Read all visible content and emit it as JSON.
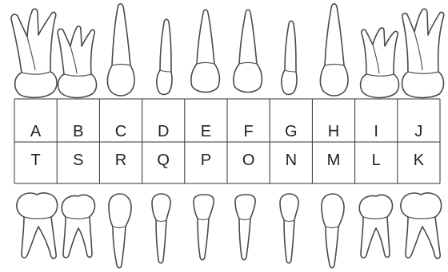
{
  "chart": {
    "upper_labels": [
      "A",
      "B",
      "C",
      "D",
      "E",
      "F",
      "G",
      "H",
      "I",
      "J"
    ],
    "lower_labels": [
      "T",
      "S",
      "R",
      "Q",
      "P",
      "O",
      "N",
      "M",
      "L",
      "K"
    ]
  },
  "teeth": {
    "upper": [
      "upper-right-second-molar",
      "upper-right-first-molar",
      "upper-right-canine",
      "upper-right-lateral-incisor",
      "upper-right-central-incisor",
      "upper-left-central-incisor",
      "upper-left-lateral-incisor",
      "upper-left-canine",
      "upper-left-first-molar",
      "upper-left-second-molar"
    ],
    "lower": [
      "lower-right-second-molar",
      "lower-right-first-molar",
      "lower-right-canine",
      "lower-right-lateral-incisor",
      "lower-right-central-incisor",
      "lower-left-central-incisor",
      "lower-left-lateral-incisor",
      "lower-left-canine",
      "lower-left-first-molar",
      "lower-left-second-molar"
    ]
  }
}
